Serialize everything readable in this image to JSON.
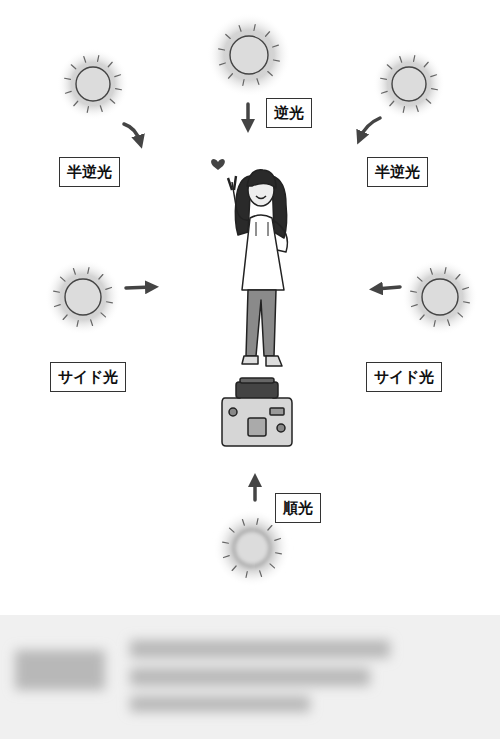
{
  "diagram": {
    "nodes": [
      {
        "text": [
          "逆光"
        ]
      },
      {
        "text": [
          "半逆光"
        ]
      },
      {
        "text": [
          "半逆光"
        ]
      },
      {
        "text": [
          "サイド光"
        ]
      },
      {
        "text": [
          "サイド光"
        ]
      },
      {
        "text": [
          "順光"
        ]
      }
    ]
  }
}
